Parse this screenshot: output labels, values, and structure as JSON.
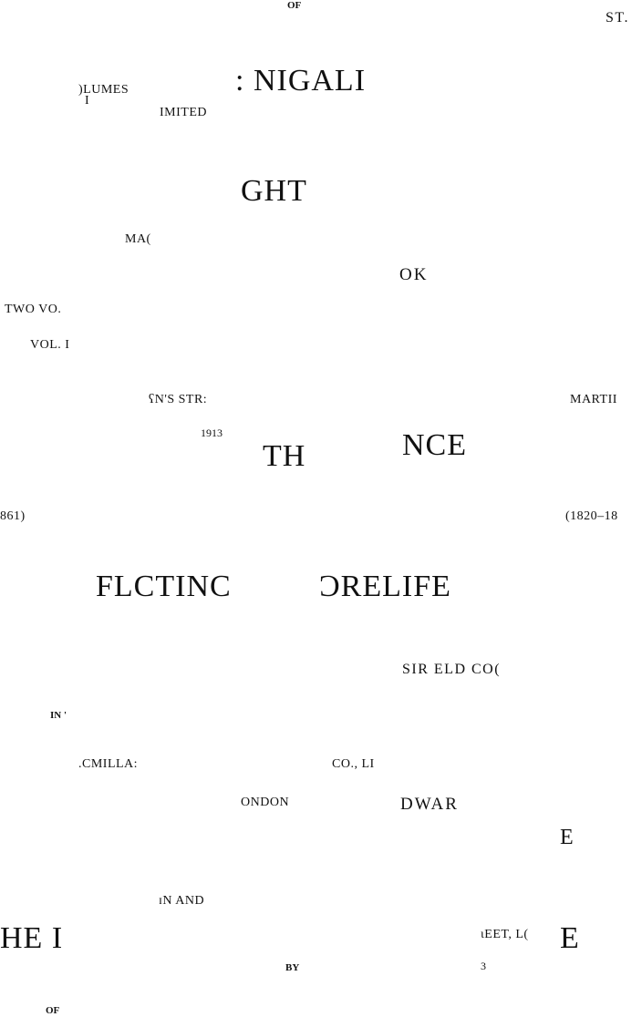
{
  "fragments": {
    "of_top": "OF",
    "st": "ST.",
    "volumes": ")LUMES",
    "nigale": ": NIGALI",
    "roman_i": "I",
    "limited": "IMITED",
    "ght": "GHT",
    "mac": "MA(",
    "ok": "OK",
    "two_vol": "TWO VO.",
    "vol_i": "VOL. I",
    "queens_street": "ʕN'S STR:",
    "martin": "MARTII",
    "year_1913": "1913",
    "th": "TH",
    "nce": "NCE",
    "year_1861": "861)",
    "year_1820": "(1820–18",
    "flcting": "FLCTINC",
    "orelife": "ƆRELIFE",
    "sir_eld": "SIR ELD CO(",
    "in": "IN '",
    "macmillan": ".CMILLA:",
    "co_ltd": "CO., LI",
    "london": "ONDON",
    "dwar": "DWAR",
    "e_mid": "E",
    "and": "ɪN AND",
    "street_lo": "ɩEET, L(",
    "digit_3": "3",
    "he_l": "HE I",
    "e_bottom": "E",
    "by": "BY",
    "of_bottom": "OF"
  }
}
